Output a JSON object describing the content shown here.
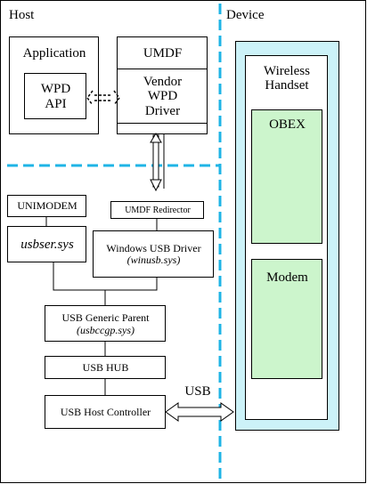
{
  "regions": {
    "host": "Host",
    "device": "Device"
  },
  "host": {
    "application": "Application",
    "wpd_api": [
      "WPD",
      "API"
    ],
    "umdf": "UMDF",
    "vendor_driver": [
      "Vendor",
      "WPD",
      "Driver"
    ],
    "unimodem": "UNIMODEM",
    "usbser": "usbser.sys",
    "umdf_redirector": "UMDF Redirector",
    "winusb_driver": "Windows USB Driver",
    "winusb_sys": "(winusb.sys)",
    "generic_parent": "USB Generic Parent",
    "generic_parent_sys": "(usbccgp.sys)",
    "usb_hub": "USB HUB",
    "host_controller": "USB Host Controller"
  },
  "link": {
    "usb": "USB"
  },
  "device": {
    "handset": [
      "Wireless",
      "Handset"
    ],
    "obex": "OBEX",
    "modem": "Modem"
  },
  "colors": {
    "dashed_divider": "#1fb4e6",
    "device_fill": "#ccf2f8",
    "function_fill": "#ccf5cc",
    "line": "#000000"
  }
}
